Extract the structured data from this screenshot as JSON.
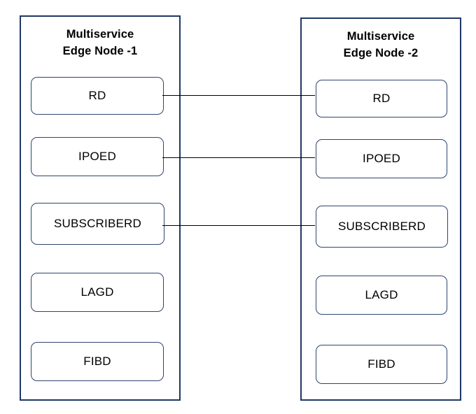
{
  "diagram": {
    "title_left": "Multiservice\nEdge Node -1",
    "title_right": "Multiservice\nEdge Node -2",
    "colors": {
      "container_border": "#1F3864",
      "box_border": "#2E456E",
      "connector": "#000000",
      "background": "#FFFFFF",
      "text": "#000000"
    },
    "nodes": [
      {
        "id": "node-1",
        "name": "Multiservice Edge Node -1",
        "services": [
          {
            "label": "RD"
          },
          {
            "label": "IPOED"
          },
          {
            "label": "SUBSCRIBERD"
          },
          {
            "label": "LAGD"
          },
          {
            "label": "FIBD"
          }
        ]
      },
      {
        "id": "node-2",
        "name": "Multiservice Edge Node -2",
        "services": [
          {
            "label": "RD"
          },
          {
            "label": "IPOED"
          },
          {
            "label": "SUBSCRIBERD"
          },
          {
            "label": "LAGD"
          },
          {
            "label": "FIBD"
          }
        ]
      }
    ],
    "connections": [
      {
        "from": "RD",
        "to": "RD"
      },
      {
        "from": "IPOED",
        "to": "IPOED"
      },
      {
        "from": "SUBSCRIBERD",
        "to": "SUBSCRIBERD"
      }
    ]
  }
}
